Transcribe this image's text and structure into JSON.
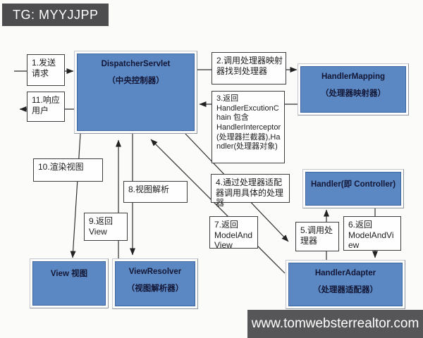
{
  "header": {
    "tag_label": "TG: MYYJJPP"
  },
  "footer": {
    "website": "www.tomwebsterrealtor.com"
  },
  "colors": {
    "node_fill": "#5b87c3",
    "node_border": "#3c66a0",
    "bar_background": "#525254",
    "line_color": "#2e2e2e"
  },
  "nodes": {
    "dispatcher": {
      "title": "DispatcherServlet",
      "subtitle": "（中央控制器）"
    },
    "handler_mapping": {
      "title": "HandlerMapping",
      "subtitle": "（处理器映射器）"
    },
    "handler": {
      "title": "Handler(即 Controller)"
    },
    "handler_adapter": {
      "title": "HandlerAdapter",
      "subtitle": "（处理器适配器）"
    },
    "view": {
      "title": "View 视图"
    },
    "view_resolver": {
      "title": "ViewResolver",
      "subtitle": "（视图解析器）"
    }
  },
  "steps": {
    "s1": "1.发送请求",
    "s2": "2.调用处理器映射器找到处理器",
    "s3": "3.返回\nHandlerExcutionChain 包含\nHandlerInterceptor(处理器拦截器),Handler(处理器对象)",
    "s4": "4.通过处理器适配器调用具体的处理器",
    "s5": "5.调用处理器",
    "s6": "6.返回\nModelAndView",
    "s7": "7.返回\nModelAndView",
    "s8": "8.视图解析",
    "s9": "9.返回\nView",
    "s10": "10.渲染视图",
    "s11": "11.响应用户"
  }
}
